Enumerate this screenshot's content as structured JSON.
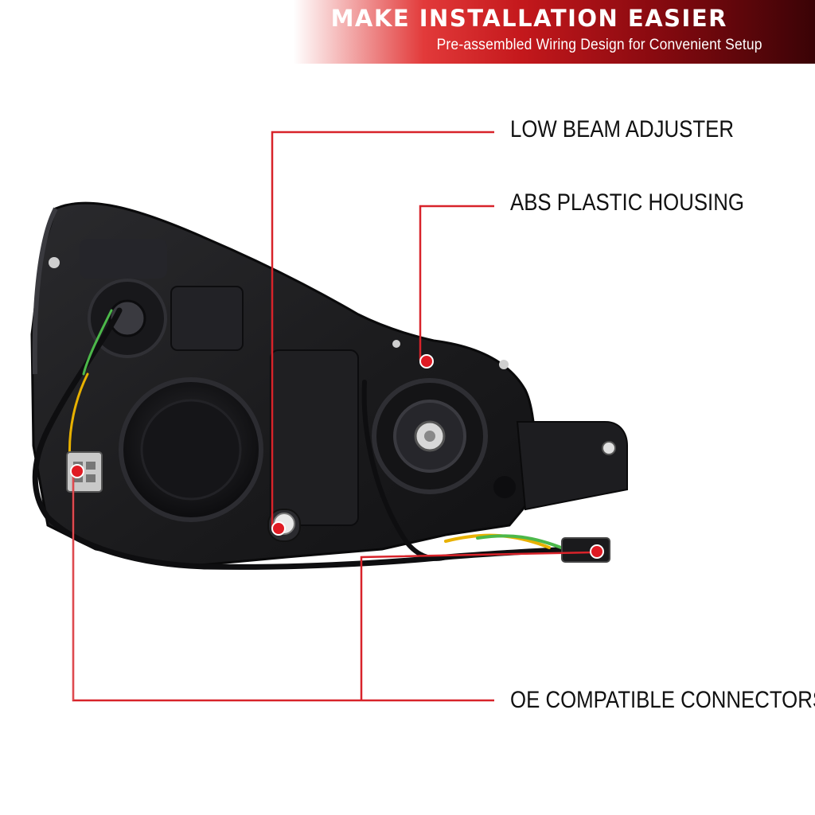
{
  "banner": {
    "title": "MAKE INSTALLATION EASIER",
    "subtitle": "Pre-assembled Wiring Design for Convenient Setup"
  },
  "callouts": {
    "low_beam_adjuster": "LOW BEAM ADJUSTER",
    "abs_plastic_housing": "ABS PLASTIC HOUSING",
    "oe_compatible_connectors": "OE COMPATIBLE CONNECTORS"
  },
  "colors": {
    "accent_red": "#d8232a",
    "banner_dark": "#3a0306",
    "housing_black": "#1b1b1d"
  },
  "icons": {
    "callout_marker": "red-dot-marker"
  }
}
